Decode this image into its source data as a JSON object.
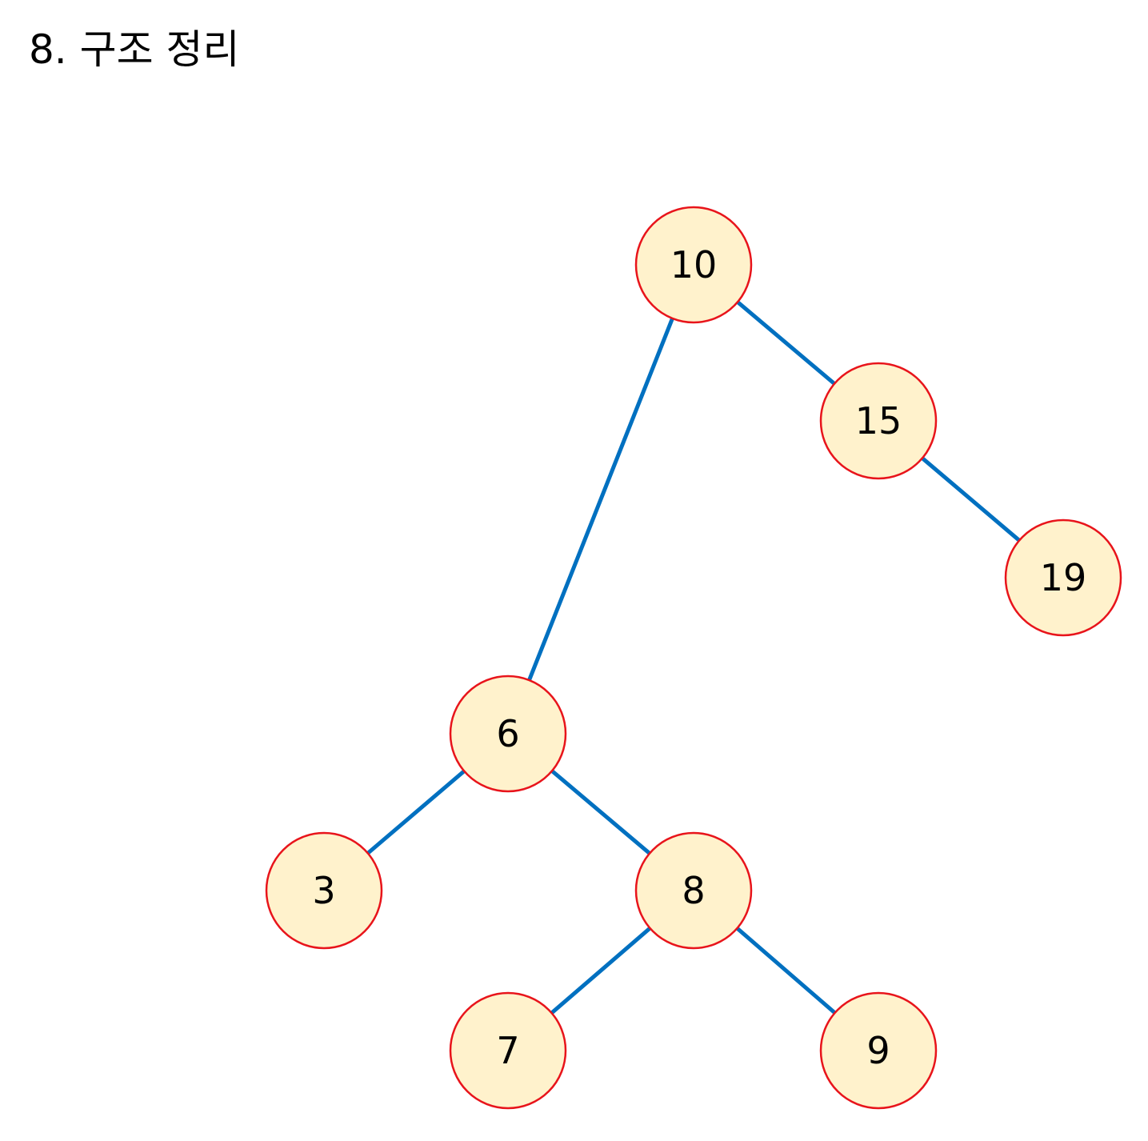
{
  "title": "8. 구조 정리",
  "colors": {
    "edge": "#0070C0",
    "node_fill": "#FFF2CC",
    "node_stroke": "#E8141B",
    "text": "#000000"
  },
  "tree": {
    "nodes": [
      {
        "id": "n10",
        "label": "10"
      },
      {
        "id": "n15",
        "label": "15"
      },
      {
        "id": "n19",
        "label": "19"
      },
      {
        "id": "n6",
        "label": "6"
      },
      {
        "id": "n3",
        "label": "3"
      },
      {
        "id": "n8",
        "label": "8"
      },
      {
        "id": "n7",
        "label": "7"
      },
      {
        "id": "n9",
        "label": "9"
      }
    ],
    "edges": [
      {
        "from": "n10",
        "to": "n6"
      },
      {
        "from": "n10",
        "to": "n15"
      },
      {
        "from": "n15",
        "to": "n19"
      },
      {
        "from": "n6",
        "to": "n3"
      },
      {
        "from": "n6",
        "to": "n8"
      },
      {
        "from": "n8",
        "to": "n7"
      },
      {
        "from": "n8",
        "to": "n9"
      }
    ]
  }
}
